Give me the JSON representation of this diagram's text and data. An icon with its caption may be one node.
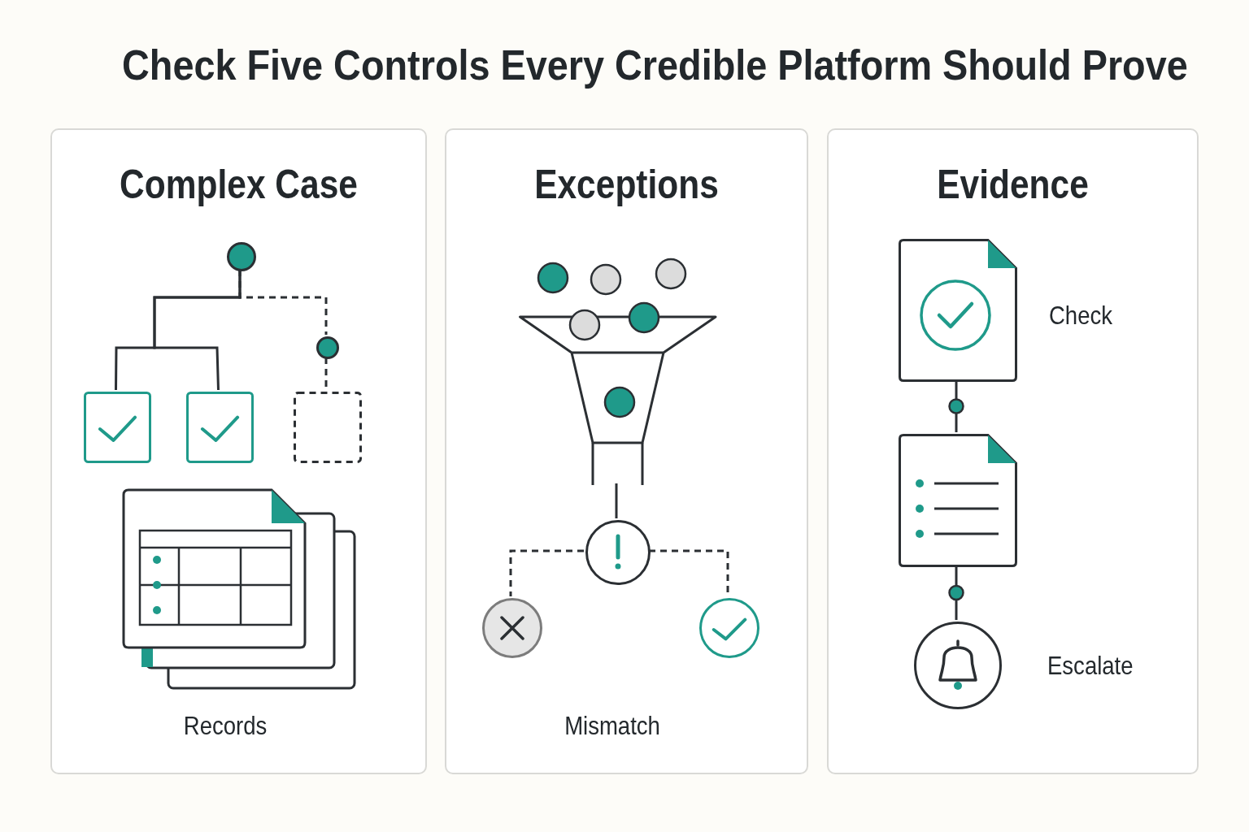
{
  "diagram": {
    "title": "Check Five Controls Every Credible Platform Should Prove",
    "nodes": [
      {
        "text": [
          "Complex Case"
        ]
      },
      {
        "text": [],
        "shape": "circle",
        "in": 0
      },
      {
        "text": [],
        "shape": "box",
        "in": 0
      },
      {
        "text": [],
        "shape": "box",
        "in": 0
      },
      {
        "text": [],
        "shape": "circle",
        "in": 0
      },
      {
        "text": [],
        "shape": "box",
        "in": 0
      },
      {
        "text": [
          "Exceptions"
        ]
      },
      {
        "text": [],
        "shape": "funnel",
        "in": 6
      },
      {
        "text": [],
        "shape": "circle",
        "in": 6
      },
      {
        "text": [],
        "shape": "circle",
        "in": 6
      },
      {
        "text": [],
        "shape": "circle",
        "in": 6
      },
      {
        "text": [
          "Evidence"
        ]
      },
      {
        "text": [],
        "shape": "document",
        "in": 11,
        "beside": [
          "Check"
        ]
      },
      {
        "text": [],
        "shape": "document",
        "in": 11
      },
      {
        "text": [],
        "shape": "circle",
        "in": 11,
        "beside": [
          "Escalate"
        ]
      }
    ],
    "edges": [
      {
        "from": 1,
        "to": 2,
        "arrow": "none"
      },
      {
        "from": 1,
        "to": 3,
        "arrow": "none"
      },
      {
        "from": 1,
        "to": 4,
        "arrow": "none",
        "style": "dashed"
      },
      {
        "from": 4,
        "to": 5,
        "arrow": "none",
        "style": "dashed"
      },
      {
        "from": 7,
        "to": 8,
        "arrow": "none"
      },
      {
        "from": 8,
        "to": 9,
        "arrow": "none",
        "style": "dashed"
      },
      {
        "from": 8,
        "to": 10,
        "arrow": "none",
        "style": "dashed"
      },
      {
        "from": 12,
        "to": 13,
        "arrow": "none"
      },
      {
        "from": 13,
        "to": 14,
        "arrow": "none"
      }
    ],
    "labels": [
      "Records",
      "Mismatch"
    ]
  }
}
